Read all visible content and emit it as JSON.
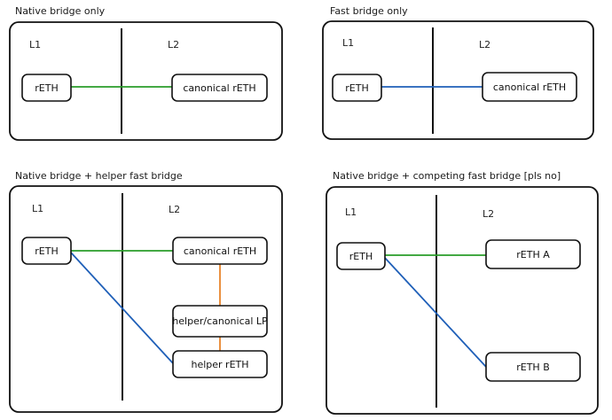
{
  "colors": {
    "native_bridge": "#2a9d2a",
    "fast_bridge": "#1f5fb8",
    "helper_link": "#e8842a",
    "ink": "#111111"
  },
  "panels": {
    "native_only": {
      "title": "Native bridge only",
      "l1_label": "L1",
      "l2_label": "L2",
      "nodes": {
        "l1_token": "rETH",
        "l2_token": "canonical rETH"
      }
    },
    "fast_only": {
      "title": "Fast bridge only",
      "l1_label": "L1",
      "l2_label": "L2",
      "nodes": {
        "l1_token": "rETH",
        "l2_token": "canonical rETH"
      }
    },
    "native_helper": {
      "title": "Native bridge + helper fast bridge",
      "l1_label": "L1",
      "l2_label": "L2",
      "nodes": {
        "l1_token": "rETH",
        "l2_canonical": "canonical rETH",
        "l2_lp": "helper/canonical LP",
        "l2_helper": "helper rETH"
      }
    },
    "native_competing": {
      "title": "Native bridge + competing fast bridge [pls no]",
      "l1_label": "L1",
      "l2_label": "L2",
      "nodes": {
        "l1_token": "rETH",
        "l2_a": "rETH A",
        "l2_b": "rETH B"
      }
    }
  }
}
